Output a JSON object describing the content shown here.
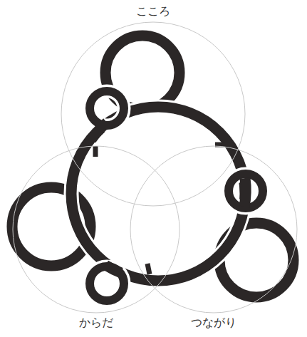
{
  "diagram": {
    "nodes": [
      {
        "text": [
          "こころ"
        ]
      },
      {
        "text": [
          "からだ"
        ]
      },
      {
        "text": [
          "つながり"
        ]
      }
    ]
  }
}
